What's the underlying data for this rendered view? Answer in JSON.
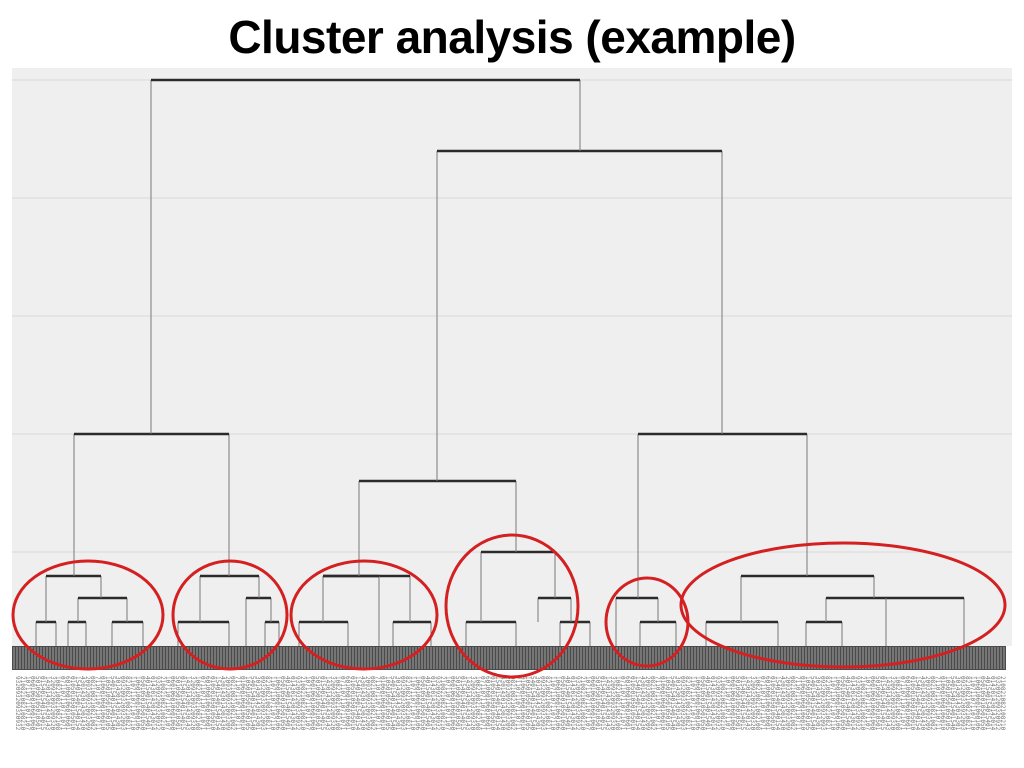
{
  "slide": {
    "title": "Cluster analysis (example)"
  },
  "colors": {
    "plot_background": "#efefef",
    "grid": "#d9d9d9",
    "branch": "#7a7a7a",
    "merge_bar": "#2b2b2b",
    "cluster_outline": "#d42020",
    "leaf_band": "#4a4a4a",
    "leaf_text": "#777777"
  },
  "chart_data": {
    "type": "dendrogram",
    "grid": true,
    "leaf_labels_legible": false,
    "highlighted_cluster_count": 6
  }
}
